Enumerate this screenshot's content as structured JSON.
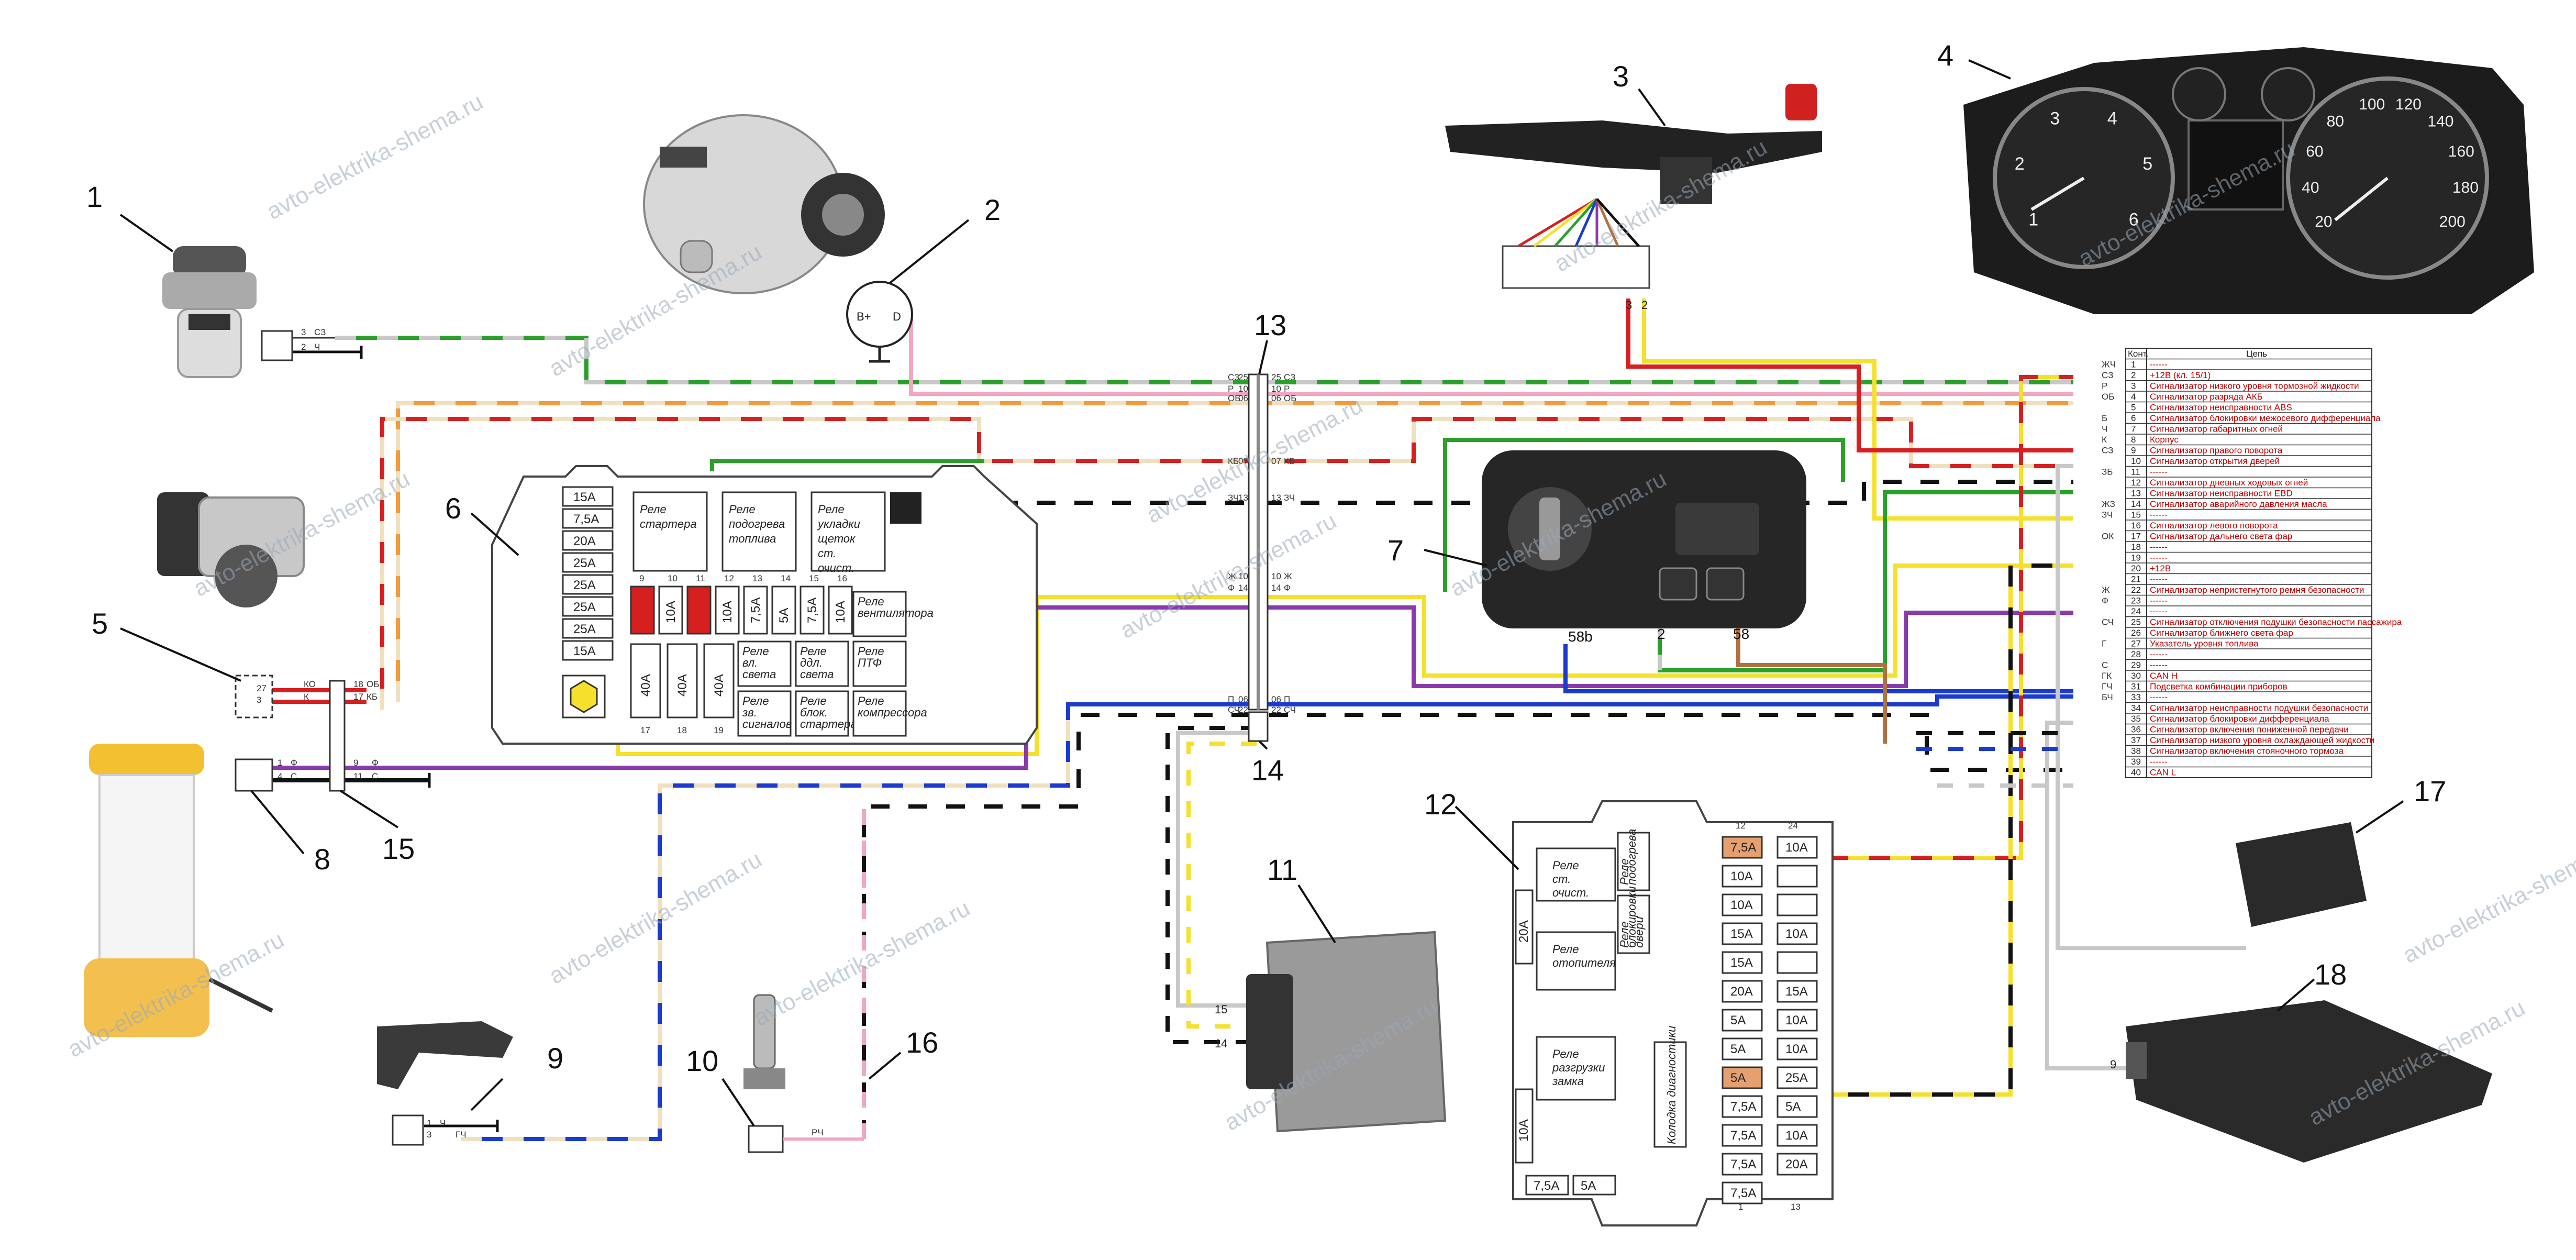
{
  "watermark": "avto-elektrika-shema.ru",
  "callouts": [
    "1",
    "2",
    "3",
    "4",
    "5",
    "6",
    "7",
    "8",
    "9",
    "10",
    "11",
    "12",
    "13",
    "14",
    "15",
    "16",
    "17",
    "18"
  ],
  "alternator": {
    "b_plus": "B+",
    "d": "D"
  },
  "stalk_pins": {
    "p3": "3",
    "p2": "2"
  },
  "light_switch_pins": {
    "p58b": "58b",
    "p2": "2",
    "p58": "58"
  },
  "ecu_pins": {
    "p15": "15",
    "p14": "14"
  },
  "bcm_pin": "9",
  "block6": {
    "fuses_left": [
      "15A",
      "7,5A",
      "20A",
      "25A",
      "25A",
      "25A",
      "25A",
      "15A"
    ],
    "relays_top": [
      "Реле стартера",
      "Реле подогрева топлива",
      "Реле укладки щеток ст. очист."
    ],
    "fuse_row_nums": [
      "9",
      "10",
      "11",
      "12",
      "13",
      "14",
      "15",
      "16"
    ],
    "fuse_row": [
      "",
      "10A",
      "",
      "10A",
      "7,5A",
      "5A",
      "7,5A",
      "10A"
    ],
    "big_fuses": [
      "40A",
      "40A",
      "40A"
    ],
    "big_fuse_nums": [
      "17",
      "18",
      "19"
    ],
    "relays_bottom": [
      "Реле вл. света",
      "Реле ддл. света",
      "Реле ПТФ",
      "Реле зв. сигналов",
      "Реле блок. стартера",
      "Реле компрессора",
      "Реле вентилятора"
    ]
  },
  "block12": {
    "relays": [
      "Реле ст. очист.",
      "Реле подогрева",
      "Реле блокировки двери",
      "Реле отопителя",
      "Реле разгрузки замка"
    ],
    "col_head": [
      "12",
      "24"
    ],
    "col_foot": [
      "1",
      "13"
    ],
    "side_fuses": [
      "20A",
      "10A"
    ],
    "bottom_fuses": [
      "7,5A",
      "5A"
    ],
    "fuses_a": [
      "7,5A",
      "10A",
      "10A",
      "15A",
      "15A",
      "20A",
      "5A",
      "5A",
      "5A",
      "7,5A",
      "7,5A",
      "7,5A",
      "7,5A"
    ],
    "fuses_b": [
      "10A",
      "",
      "",
      "10A",
      "",
      "15A",
      "10A",
      "10A",
      "25A",
      "5A",
      "10A",
      "20A"
    ],
    "diag_label": "Колодка диагностики"
  },
  "conn13": {
    "left": [
      "СЗ",
      "Р",
      "ОБ",
      "КБ",
      "ЗЧ",
      "Ж",
      "Ф",
      "П",
      "СЧ"
    ],
    "right": [
      "СЗ",
      "Р",
      "ОБ",
      "КБ",
      "ЗЧ",
      "Ж",
      "Ф",
      "П",
      "СЧ"
    ],
    "pins_left": [
      "25",
      "10",
      "06",
      "07",
      "13",
      "10",
      "14",
      "06",
      "22"
    ],
    "pins_right": [
      "25",
      "10",
      "06",
      "07",
      "13",
      "10",
      "14",
      "06",
      "22"
    ]
  },
  "conn5": {
    "pins": [
      "27",
      "3"
    ],
    "wires": [
      "КО",
      "К"
    ],
    "out": [
      "18",
      "17"
    ],
    "out_wires": [
      "ОБ",
      "КБ"
    ]
  },
  "conn8": {
    "pins": [
      "1",
      "4"
    ],
    "wires": [
      "Ф",
      "С"
    ],
    "out": [
      "9",
      "11"
    ],
    "out_wires": [
      "Ф",
      "С"
    ]
  },
  "conn1": {
    "pins": [
      "3",
      "2"
    ],
    "wires": [
      "СЗ",
      "Ч"
    ]
  },
  "conn9": {
    "pins": [
      "1",
      "3"
    ],
    "wires": [
      "Ч",
      "ГЧ"
    ]
  },
  "sensor10": {
    "wire": "РЧ"
  },
  "table": {
    "header": [
      "Конт.",
      "Цепь"
    ],
    "wires": [
      "ЖЧ",
      "СЗ",
      "Р",
      "ОБ",
      "",
      "Б",
      "Ч",
      "К",
      "СЗ",
      "",
      "ЗБ",
      "",
      "",
      "ЖЗ",
      "ЗЧ",
      "",
      "ОК",
      "",
      "",
      "",
      "",
      "Ж",
      "Ф",
      "",
      "СЧ",
      "",
      "Г",
      "",
      "С",
      "ГК",
      "ГЧ",
      "БЧ",
      ""
    ],
    "rows": [
      [
        "1",
        "------"
      ],
      [
        "2",
        "+12В (кл. 15/1)"
      ],
      [
        "3",
        "Сигнализатор низкого уровня тормозной жидкости"
      ],
      [
        "4",
        "Сигнализатор разряда АКБ"
      ],
      [
        "5",
        "Сигнализатор неисправности ABS"
      ],
      [
        "6",
        "Сигнализатор блокировки межосевого дифференциала"
      ],
      [
        "7",
        "Сигнализатор габаритных огней"
      ],
      [
        "8",
        "Корпус"
      ],
      [
        "9",
        "Сигнализатор правого поворота"
      ],
      [
        "10",
        "Сигнализатор открытия дверей"
      ],
      [
        "11",
        "------"
      ],
      [
        "12",
        "Сигнализатор дневных ходовых огней"
      ],
      [
        "13",
        "Сигнализатор неисправности EBD"
      ],
      [
        "14",
        "Сигнализатор аварийного давления масла"
      ],
      [
        "15",
        "------"
      ],
      [
        "16",
        "Сигнализатор левого поворота"
      ],
      [
        "17",
        "Сигнализатор дальнего света фар"
      ],
      [
        "18",
        "------"
      ],
      [
        "19",
        "------"
      ],
      [
        "20",
        "+12В"
      ],
      [
        "21",
        "------"
      ],
      [
        "22",
        "Сигнализатор непристегнутого ремня безопасности"
      ],
      [
        "23",
        "------"
      ],
      [
        "24",
        "------"
      ],
      [
        "25",
        "Сигнализатор отключения подушки безопасности пассажира"
      ],
      [
        "26",
        "Сигнализатор ближнего света фар"
      ],
      [
        "27",
        "Указатель уровня топлива"
      ],
      [
        "28",
        "------"
      ],
      [
        "29",
        "------"
      ],
      [
        "30",
        "CAN H"
      ],
      [
        "31",
        "Подсветка комбинации приборов"
      ],
      [
        "33",
        "------"
      ],
      [
        "34",
        "Сигнализатор неисправности подушки безопасности"
      ],
      [
        "35",
        "Сигнализатор блокировки дифференциала"
      ],
      [
        "36",
        "Сигнализатор включения пониженной передачи"
      ],
      [
        "37",
        "Сигнализатор низкого уровня охлаждающей жидкости"
      ],
      [
        "38",
        "Сигнализатор включения стояночного тормоза"
      ],
      [
        "39",
        "------"
      ],
      [
        "40",
        "CAN L"
      ]
    ]
  },
  "cluster": {
    "tach": [
      "1",
      "2",
      "3",
      "4",
      "5",
      "6"
    ],
    "speedo": [
      "20",
      "40",
      "60",
      "80",
      "100",
      "120",
      "140",
      "160",
      "180",
      "200"
    ]
  }
}
